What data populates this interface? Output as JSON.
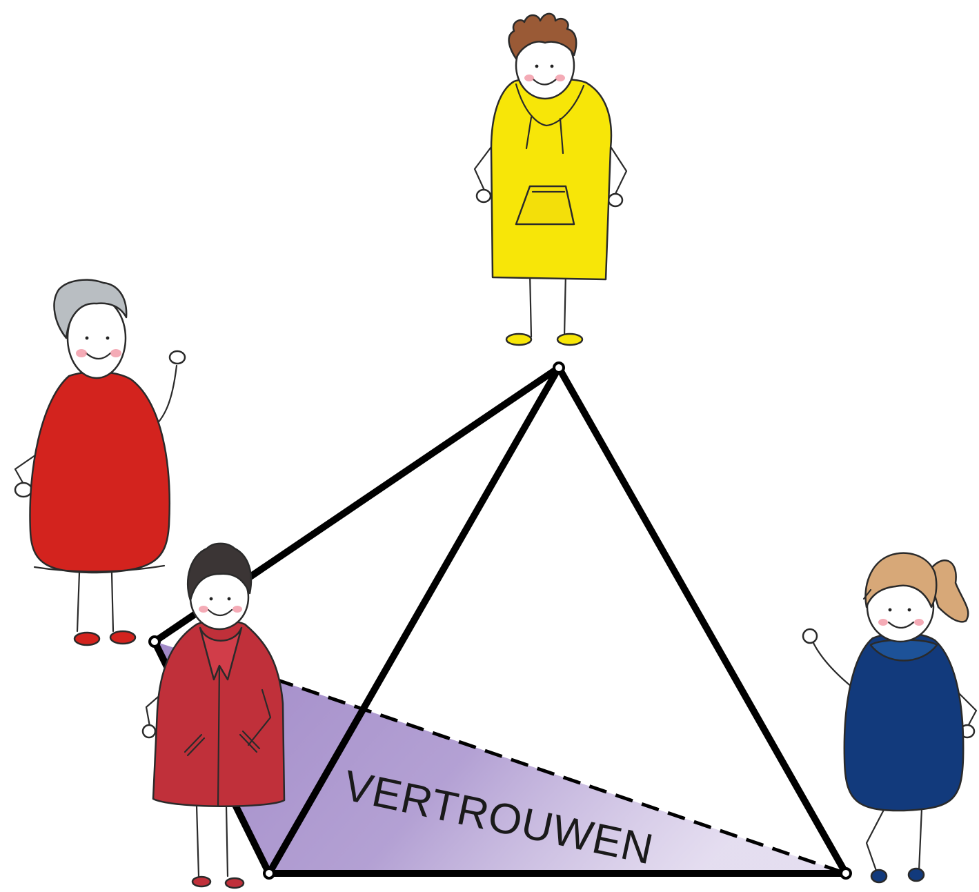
{
  "diagram": {
    "label": "VERTROUWEN",
    "colors": {
      "background": "#ffffff",
      "edge": "#000000",
      "shaded_face": "#9b82c4",
      "yellow_hoodie": "#f7e608",
      "red_dress": "#d3231e",
      "red_coat": "#c0303a",
      "blue_dress": "#123a7c",
      "grey_hair": "#b9bec2",
      "brown_hair": "#9a5a36",
      "dark_hair": "#3b3535",
      "blonde_hair": "#d7a878",
      "cheeks": "#f08f9e"
    },
    "figures": [
      "person-yellow-hoodie",
      "person-grey-hair-red-dress",
      "person-red-coat",
      "person-blonde-blue-dress"
    ]
  }
}
